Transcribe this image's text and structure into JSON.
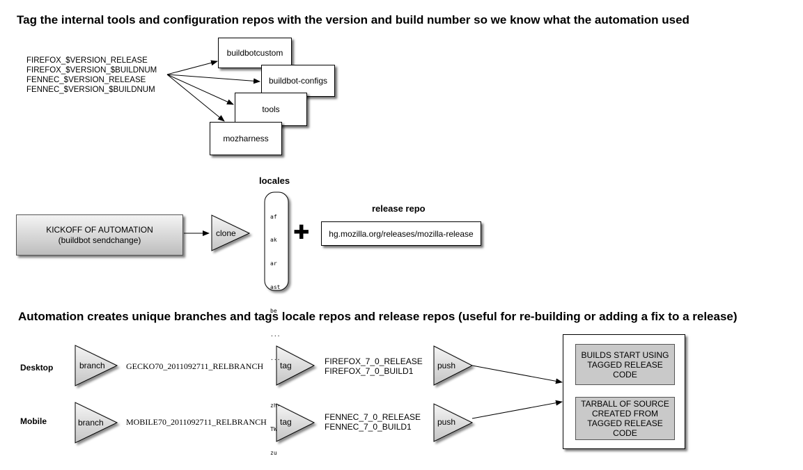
{
  "top": {
    "heading": "Tag the internal tools and configuration repos with the version and build number so we know what the automation used",
    "tags": [
      "FIREFOX_$VERSION_RELEASE",
      "FIREFOX_$VERSION_$BUILDNUM",
      "FENNEC_$VERSION_RELEASE",
      "FENNEC_$VERSION_$BUILDNUM"
    ],
    "repos": [
      "buildbotcustom",
      "buildbot-configs",
      "tools",
      "mozharness"
    ]
  },
  "middle": {
    "kickoff_line1": "KICKOFF OF AUTOMATION",
    "kickoff_line2": "(buildbot sendchange)",
    "clone_label": "clone",
    "locales_title": "locales",
    "locales": [
      "af",
      "ak",
      "ar",
      "ast",
      "be",
      "...",
      "...",
      "",
      "zh-",
      "TW",
      "zu"
    ],
    "plus": "✚",
    "release_repo_title": "release repo",
    "release_repo_url": "hg.mozilla.org/releases/mozilla-release"
  },
  "bottom": {
    "heading": "Automation creates unique branches and tags locale repos and release repos (useful for re-building or adding a fix to a release)",
    "rows": [
      {
        "platform": "Desktop",
        "branch_label": "branch",
        "branch_name": "GECKO70_2011092711_RELBRANCH",
        "tag_label": "tag",
        "tag_line1": "FIREFOX_7_0_RELEASE",
        "tag_line2": "FIREFOX_7_0_BUILD1",
        "push_label": "push"
      },
      {
        "platform": "Mobile",
        "branch_label": "branch",
        "branch_name": "MOBILE70_2011092711_RELBRANCH",
        "tag_label": "tag",
        "tag_line1": "FENNEC_7_0_RELEASE",
        "tag_line2": "FENNEC_7_0_BUILD1",
        "push_label": "push"
      }
    ],
    "results": [
      "BUILDS START USING TAGGED RELEASE CODE",
      "TARBALL OF SOURCE CREATED FROM TAGGED RELEASE CODE"
    ]
  }
}
